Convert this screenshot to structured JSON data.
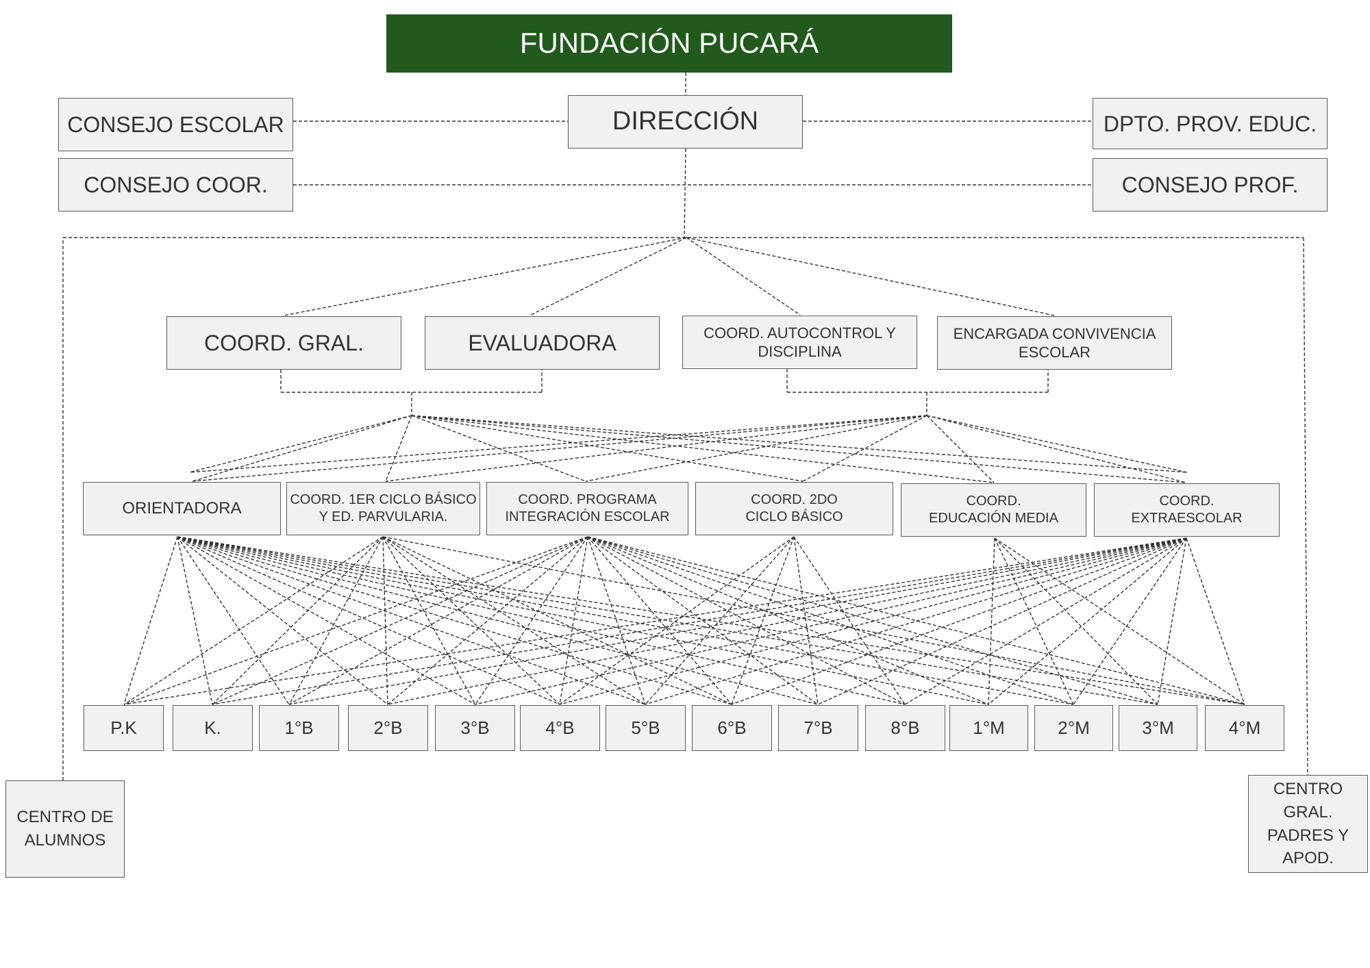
{
  "colors": {
    "header_bg": "#215a1c",
    "box_bg": "#f1f1f1",
    "box_border": "#5a5a5a",
    "line": "#333333"
  },
  "header": {
    "title": "FUNDACIÓN PUCARÁ"
  },
  "direccion": {
    "label": "DIRECCIÓN"
  },
  "councils": {
    "consejo_escolar": "CONSEJO ESCOLAR",
    "consejo_coor": "CONSEJO COOR.",
    "dpto_prov": "DPTO. PROV. EDUC.",
    "consejo_prof": "CONSEJO PROF."
  },
  "coordinators": {
    "coord_gral": "COORD. GRAL.",
    "evaluadora": "EVALUADORA",
    "autocontrol": "COORD. AUTOCONTROL Y\nDISCIPLINA",
    "convivencia": "ENCARGADA CONVIVENCIA\nESCOLAR"
  },
  "staff": {
    "orientadora": "ORIENTADORA",
    "ciclo1": "COORD. 1ER CICLO BÁSICO\nY ED. PARVULARIA.",
    "pie": "COORD. PROGRAMA\nINTEGRACIÓN ESCOLAR",
    "ciclo2": "COORD. 2DO\nCICLO BÁSICO",
    "media": "COORD.\nEDUCACIÓN MEDIA",
    "extra": "COORD.\nEXTRAESCOLAR"
  },
  "levels": [
    "P.K",
    "K.",
    "1°B",
    "2°B",
    "3°B",
    "4°B",
    "5°B",
    "6°B",
    "7°B",
    "8°B",
    "1°M",
    "2°M",
    "3°M",
    "4°M"
  ],
  "side": {
    "centro_alumnos": "CENTRO DE\nALUMNOS",
    "centro_padres": "CENTRO\nGRAL.\nPADRES Y\nAPOD."
  }
}
